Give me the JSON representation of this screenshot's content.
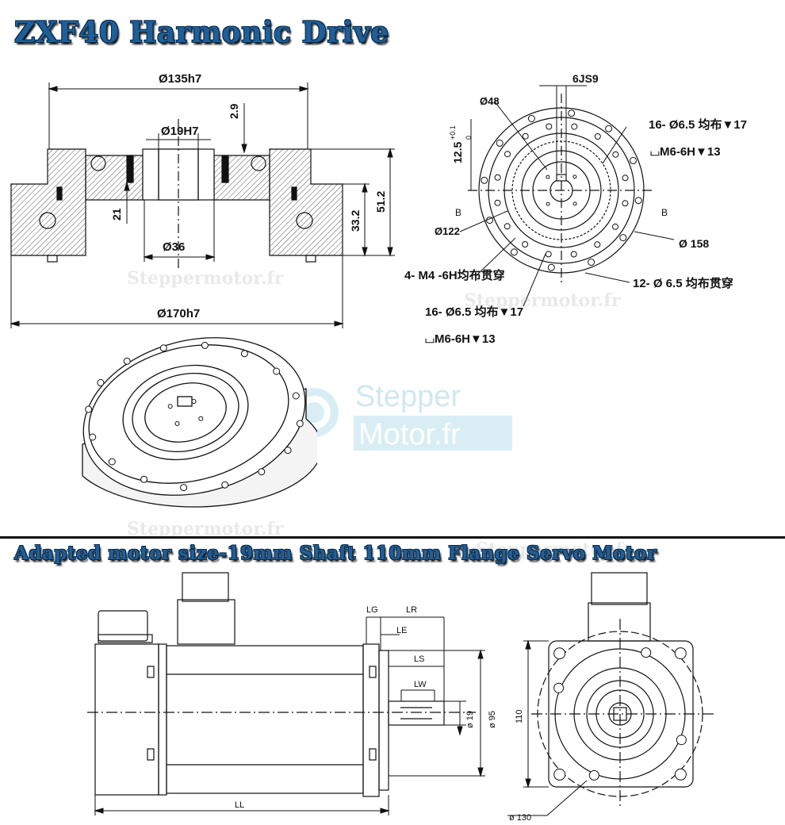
{
  "titles": {
    "top": "ZXF40 Harmonic Drive",
    "bottom": "Adapted motor size-19mm Shaft  110mm Flange Servo Motor"
  },
  "watermarks": {
    "text": "Steppermotor.fr",
    "logo_line1": "Stepper",
    "logo_line2": "Motor.fr"
  },
  "section_view": {
    "d_135": "Ø135h7",
    "d_19": "Ø19H7",
    "d_2_9": "2.9",
    "d_21": "21",
    "d_36": "Ø36",
    "d_33_2": "33.2",
    "d_51_2": "51.2",
    "d_170": "Ø170h7"
  },
  "front_view": {
    "keyway": "6JS9",
    "d_48": "Ø48",
    "d_12_5": "12.5",
    "tol_plus": "+0.1",
    "tol_zero": "0",
    "section_b": "B",
    "d_122": "Ø122",
    "d_158": "Ø 158",
    "holes_16_top": "16-  Ø6.5 均布▼17",
    "thread_top": "⌴M6-6H▼13",
    "holes_4": "4-  M4 -6H均布贯穿",
    "holes_12": "12- Ø 6.5 均布贯穿",
    "holes_16_bottom": "16-  Ø6.5 均布▼17",
    "thread_bottom": "⌴M6-6H▼13"
  },
  "motor_view": {
    "lg": "LG",
    "lr": "LR",
    "le": "LE",
    "ls": "LS",
    "lw": "LW",
    "d_19": "ø 19",
    "d_95": "ø 95",
    "d_110": "110",
    "ll": "LL",
    "d_130": "ø 130"
  }
}
